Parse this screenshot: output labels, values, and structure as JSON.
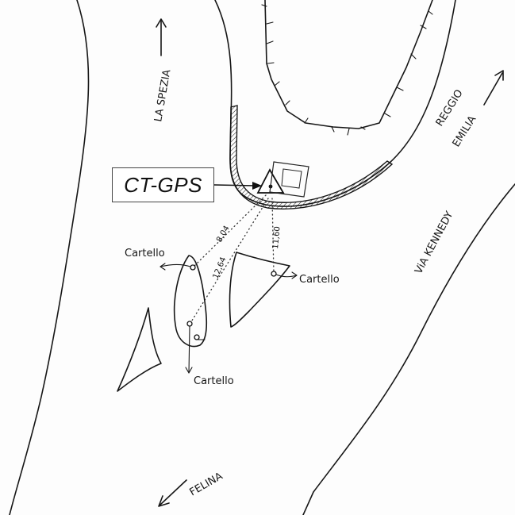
{
  "callout": {
    "label": "CT-GPS"
  },
  "directions": {
    "la_spezia": "LA SPEZIA",
    "reggio": "REGGIO",
    "emilia": "EMILIA",
    "felina": "FELINA"
  },
  "street": {
    "name": "ViA KENNEDY"
  },
  "signs": {
    "left": "Cartello",
    "right": "Cartello",
    "bottom": "Cartello"
  },
  "distances": {
    "d1": "8,04",
    "d2": "12,64",
    "d3": "11,60"
  }
}
